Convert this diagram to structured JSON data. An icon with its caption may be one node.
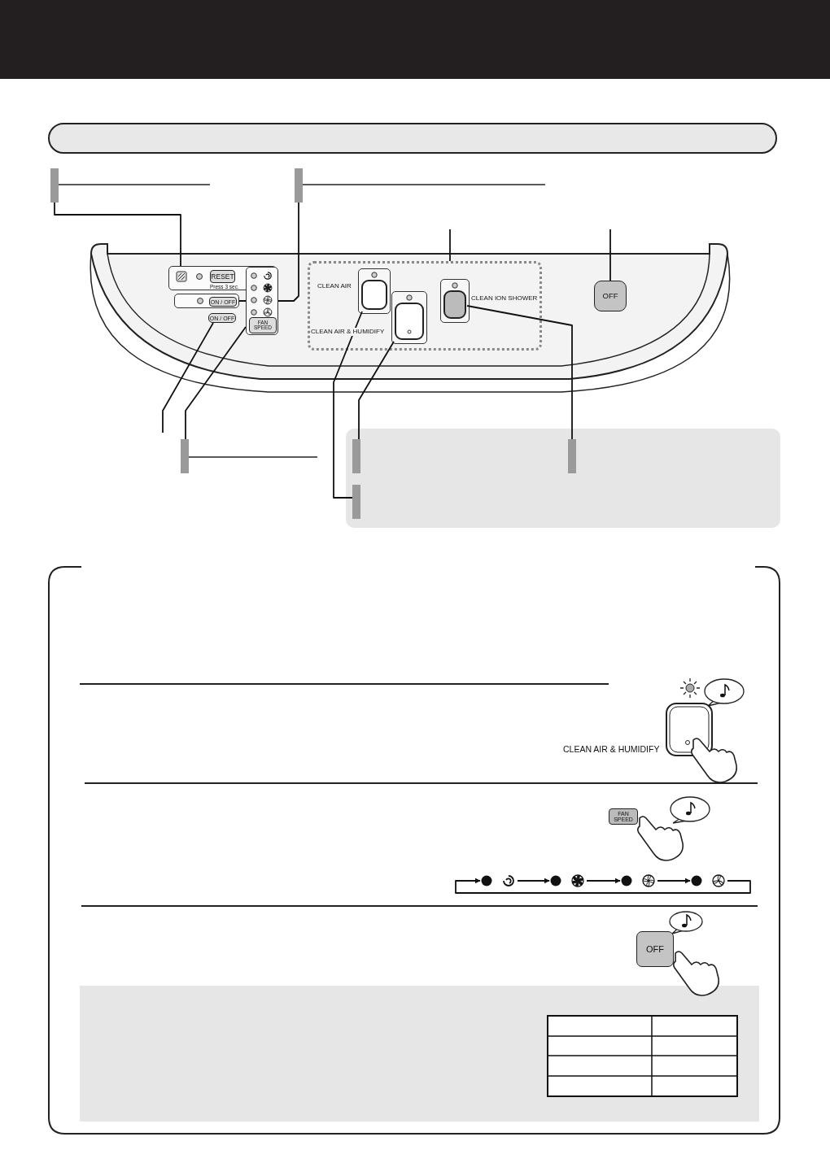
{
  "diagram": {
    "nodes": [
      {
        "text": [],
        "shape": "bar"
      },
      {
        "text": [],
        "shape": "bar"
      },
      {
        "text": [
          "RESET",
          "Press 3 sec."
        ]
      },
      {
        "text": [
          "ON / OFF"
        ]
      },
      {
        "text": [
          "ON / OFF"
        ]
      },
      {
        "text": [
          "FAN SPEED"
        ]
      },
      {
        "text": [],
        "shape": "box"
      },
      {
        "text": [],
        "shape": "box",
        "in": 6,
        "beside": [
          "CLEAN AIR"
        ]
      },
      {
        "text": [],
        "shape": "box",
        "in": 6,
        "beside": [
          "CLEAN AIR & HUMIDIFY"
        ]
      },
      {
        "text": [],
        "shape": "box",
        "in": 6,
        "beside": [
          "CLEAN ION SHOWER"
        ]
      },
      {
        "text": [
          "OFF"
        ]
      },
      {
        "text": [],
        "shape": "bar"
      },
      {
        "text": [],
        "shape": "box"
      },
      {
        "text": [],
        "shape": "bar",
        "in": 12
      },
      {
        "text": [],
        "shape": "bar",
        "in": 12
      },
      {
        "text": [],
        "shape": "bar",
        "in": 12
      },
      {
        "text": [],
        "shape": "box",
        "beside": [
          "CLEAN AIR & HUMIDIFY"
        ]
      },
      {
        "text": [
          "FAN SPEED"
        ]
      },
      {
        "text": [],
        "shape": "circle"
      },
      {
        "text": [],
        "shape": "circle"
      },
      {
        "text": [],
        "shape": "circle"
      },
      {
        "text": [],
        "shape": "circle"
      },
      {
        "text": [
          "OFF"
        ]
      }
    ],
    "edges": [
      {
        "from": 0,
        "to": 2,
        "arrow": "none"
      },
      {
        "from": 1,
        "to": 3,
        "arrow": "none"
      },
      {
        "from": null,
        "to": 6,
        "arrow": "none"
      },
      {
        "from": null,
        "to": 10,
        "arrow": "none"
      },
      {
        "from": 4,
        "to": null,
        "arrow": "none"
      },
      {
        "from": 5,
        "to": 11,
        "arrow": "none"
      },
      {
        "from": 8,
        "to": 13,
        "arrow": "none"
      },
      {
        "from": 9,
        "to": 14,
        "arrow": "none"
      },
      {
        "from": 7,
        "to": 15,
        "arrow": "none"
      },
      {
        "from": 18,
        "to": 19,
        "arrow": "to"
      },
      {
        "from": 19,
        "to": 20,
        "arrow": "to"
      },
      {
        "from": 20,
        "to": 21,
        "arrow": "to"
      },
      {
        "from": 21,
        "to": 18,
        "arrow": "to"
      }
    ]
  }
}
